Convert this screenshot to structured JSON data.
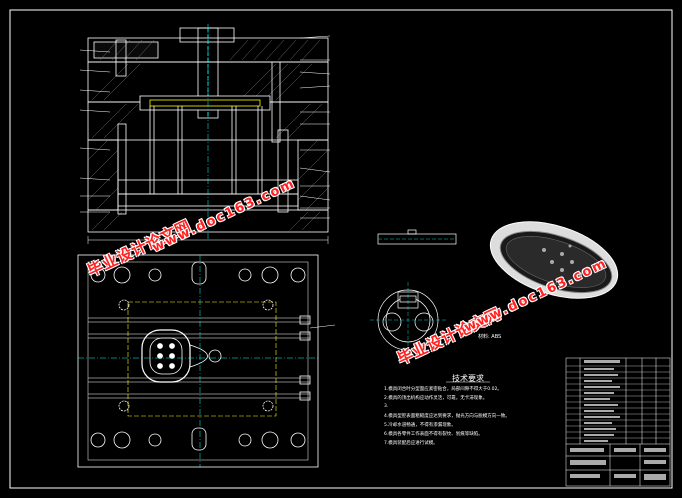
{
  "tech_requirements": {
    "title": "技术要求",
    "lines": [
      "1.模具闭合时分型面应紧密贴合，局部间隙不得大于0.02。",
      "2.模具的顶出机构应动作灵活，可靠，无卡滞现象。",
      "3.",
      "4.模具型腔表面粗糙度应达到要求，抛光方向与脱模方向一致。",
      "5.冷却水道畅通，不得有渗漏现象。",
      "6.模具各零件工作表面不得有裂纹、划痕等缺陷。",
      "7.模具装配后应进行试模。"
    ]
  },
  "material": {
    "label1": "材料:",
    "value1": "ABS",
    "label2": "",
    "value2": "",
    "label3": "",
    "value3": ""
  },
  "watermarks": {
    "cn": "毕业设计论文网",
    "url": "www.doc163.com"
  },
  "title_block": {
    "cell1": "",
    "cell2": "",
    "cell3": ""
  }
}
